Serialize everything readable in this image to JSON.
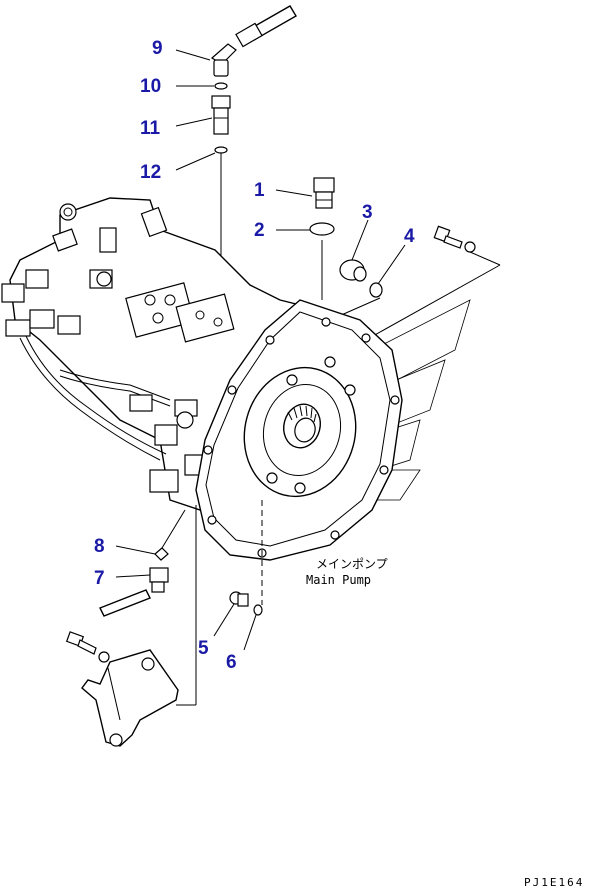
{
  "diagram": {
    "callouts": [
      "1",
      "2",
      "3",
      "4",
      "5",
      "6",
      "7",
      "8",
      "9",
      "10",
      "11",
      "12"
    ],
    "main_pump_label_jp": "メインポンプ",
    "main_pump_label_en": "Main Pump",
    "drawing_code": "PJ1E164",
    "callout_color": "#1a1aa6"
  }
}
